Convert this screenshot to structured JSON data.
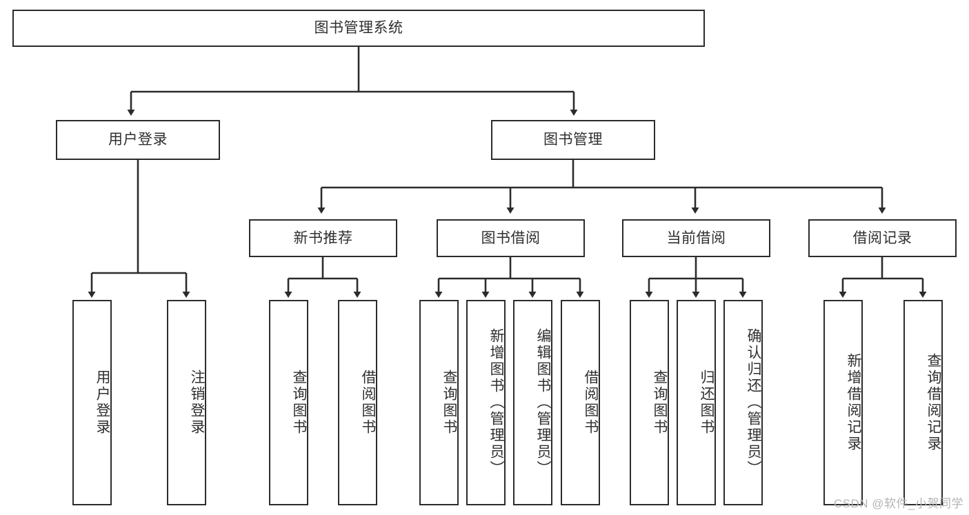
{
  "diagram": {
    "title": "图书管理系统",
    "type": "tree-hierarchy-chart",
    "stroke_color": "#2b2b2b",
    "text_color": "#2f2f2f",
    "background_color": "#ffffff",
    "watermark": "CSDN @软件_小贺同学",
    "levels": {
      "root": {
        "label": "图书管理系统"
      },
      "level2": [
        {
          "label": "用户登录"
        },
        {
          "label": "图书管理"
        }
      ],
      "level3": [
        {
          "label": "新书推荐"
        },
        {
          "label": "图书借阅"
        },
        {
          "label": "当前借阅"
        },
        {
          "label": "借阅记录"
        }
      ],
      "leaves": {
        "user_login": [
          {
            "label": "用户登录"
          },
          {
            "label": "注销登录"
          }
        ],
        "new_book_recommend": [
          {
            "label": "查询图书"
          },
          {
            "label": "借阅图书"
          }
        ],
        "book_borrow": [
          {
            "label": "查询图书"
          },
          {
            "label": "新增图书（管理员）"
          },
          {
            "label": "编辑图书（管理员）"
          },
          {
            "label": "借阅图书"
          }
        ],
        "current_borrow": [
          {
            "label": "查询图书"
          },
          {
            "label": "归还图书"
          },
          {
            "label": "确认归还（管理员）"
          }
        ],
        "borrow_record": [
          {
            "label": "新增借阅记录"
          },
          {
            "label": "查询借阅记录"
          }
        ]
      }
    }
  }
}
